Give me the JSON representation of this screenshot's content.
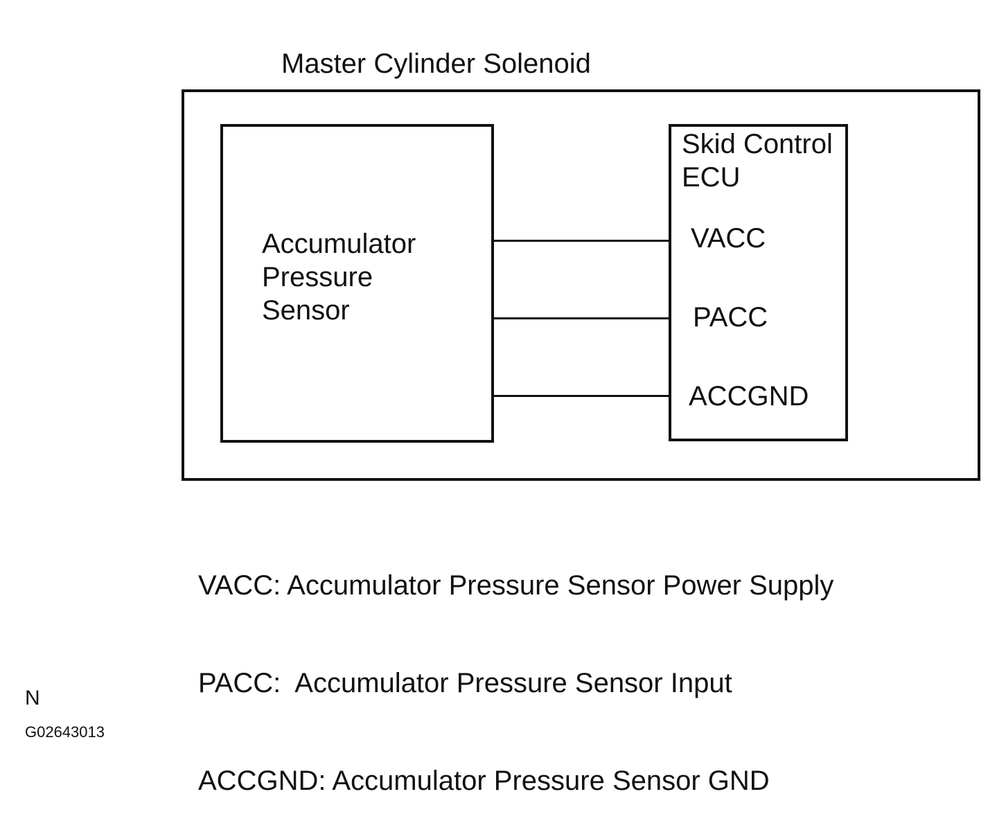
{
  "title": "Master Cylinder Solenoid",
  "sensor": {
    "label_lines": [
      "Accumulator",
      "Pressure",
      "Sensor"
    ]
  },
  "ecu": {
    "title_lines": [
      "Skid Control",
      "ECU"
    ],
    "pins": [
      "VACC",
      "PACC",
      "ACCGND"
    ]
  },
  "legend": [
    "VACC: Accumulator Pressure Sensor Power Supply",
    "PACC:  Accumulator Pressure Sensor Input",
    "ACCGND: Accumulator Pressure Sensor GND"
  ],
  "footer": {
    "code": "N",
    "id": "G02643013"
  }
}
